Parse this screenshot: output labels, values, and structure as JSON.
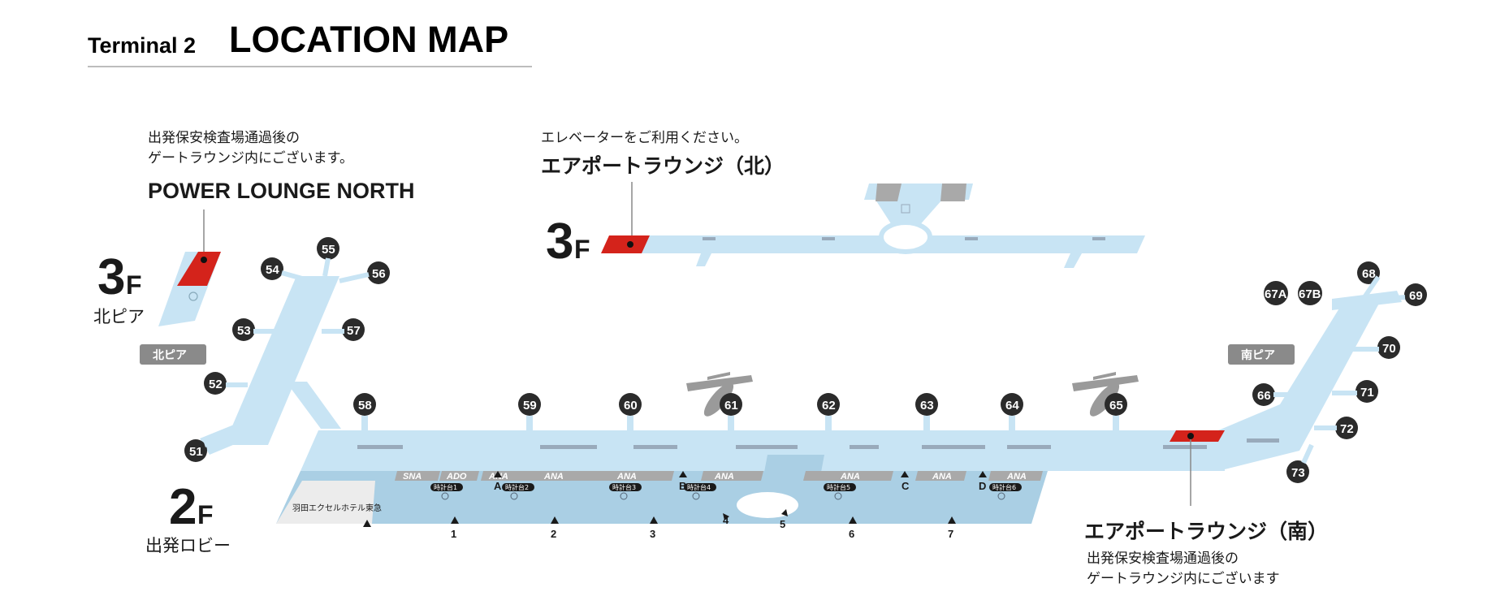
{
  "header": {
    "terminal": "Terminal 2",
    "title": "LOCATION MAP"
  },
  "north_lounge": {
    "note_line1": "出発保安検査場通過後の",
    "note_line2": "ゲートラウンジ内にございます。",
    "name": "POWER LOUNGE NORTH",
    "floor_num": "3",
    "floor_f": "F",
    "floor_area": "北ピア"
  },
  "airport_lounge_north": {
    "note": "エレベーターをご利用ください。",
    "name": "エアポートラウンジ（北）",
    "floor_num": "3",
    "floor_f": "F"
  },
  "airport_lounge_south": {
    "name": "エアポートラウンジ（南）",
    "note_line1": "出発保安検査場通過後の",
    "note_line2": "ゲートラウンジ内にございます"
  },
  "lobby": {
    "floor_num": "2",
    "floor_f": "F",
    "floor_label": "出発ロビー"
  },
  "piers": {
    "north": "北ピア",
    "south": "南ピア"
  },
  "hotel": "羽田エクセルホテル東急",
  "gates": [
    "51",
    "52",
    "53",
    "54",
    "55",
    "56",
    "57",
    "58",
    "59",
    "60",
    "61",
    "62",
    "63",
    "64",
    "65",
    "66",
    "67A",
    "67B",
    "68",
    "69",
    "70",
    "71",
    "72",
    "73"
  ],
  "counters": [
    "SNA",
    "ADO",
    "ANA",
    "ANA",
    "ANA",
    "ANA",
    "ANA",
    "ANA",
    "ANA"
  ],
  "counter_letters": [
    "A",
    "B",
    "C",
    "D"
  ],
  "clock_labels": [
    "時計台1",
    "時計台2",
    "時計台3",
    "時計台4",
    "時計台5",
    "時計台6"
  ],
  "entrances": [
    "1",
    "2",
    "3",
    "4",
    "5",
    "6",
    "7"
  ],
  "colors": {
    "floor": "#c8e4f4",
    "floor_dark": "#aacfe4",
    "lounge": "#d4231b",
    "badge": "#2b2b2b",
    "pier_tag": "#8a8a8a",
    "counter": "#a9a9a9"
  }
}
